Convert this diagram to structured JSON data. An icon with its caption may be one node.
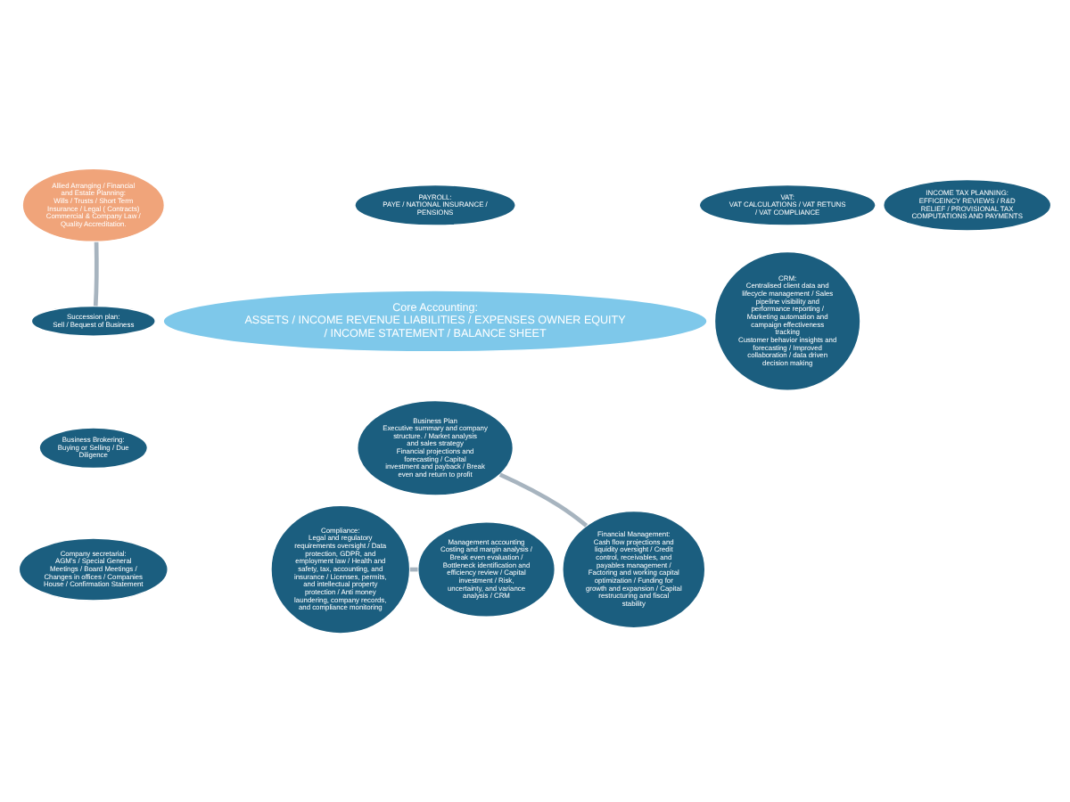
{
  "diagram": {
    "nodes": [
      {
        "text": [
          "Allied Arranging / Financial and Estate Planning:",
          "Wills / Trusts / Short Term Insurance / Legal ( Contracts) Commercial & Company Law / Quality Accreditation."
        ]
      },
      {
        "text": [
          "PAYROLL:",
          "PAYE / NATIONAL INSURANCE / PENSIONS"
        ]
      },
      {
        "text": [
          "VAT:",
          "VAT CALCULATIONS / VAT RETUNS / VAT COMPLIANCE"
        ]
      },
      {
        "text": [
          "INCOME TAX PLANNING:",
          "EFFICEINCY REVIEWS / R&D RELIEF / PROVISIONAL TAX COMPUTATIONS AND PAYMENTS"
        ]
      },
      {
        "text": [
          "CRM:",
          "Centralised client data and lifecycle management / Sales pipeline visibility and performance reporting / Marketing automation and campaign effectiveness tracking",
          "Customer behavior insights and forecasting / Improved collaboration / data driven decision making"
        ]
      },
      {
        "text": [
          "Succession plan:",
          "Sell / Bequest of Business"
        ]
      },
      {
        "text": [
          "Core Accounting:",
          "ASSETS / INCOME REVENUE LIABILITIES / EXPENSES OWNER EQUITY / INCOME STATEMENT / BALANCE SHEET"
        ]
      },
      {
        "text": [
          "Business Plan",
          "Executive summary and company structure. / Market analysis and sales strategy",
          "Financial projections and forecasting / Capital investment and payback / Break even and return to profit"
        ]
      },
      {
        "text": [
          "Business Brokering:",
          "Buying or Selling / Due Diligence"
        ]
      },
      {
        "text": [
          "Company secretarial:",
          "AGM's / Special General Meetings / Board Meetings / Changes in offices / Companies House / Confirmation Statement"
        ]
      },
      {
        "text": [
          "Compliance:",
          "Legal and regulatory requirements oversight / Data protection, GDPR, and employment law / Health and safety, tax, accounting, and insurance / Licenses, permits, and intellectual property protection / Anti money laundering, company records, and compliance monitoring"
        ]
      },
      {
        "text": [
          "Management accounting",
          "Costing and margin analysis / Break even evaluation / Bottleneck identification and efficiency review / Capital investment / Risk, uncertainty, and variance analysis / CRM"
        ]
      },
      {
        "text": [
          "Financial Management:",
          "Cash flow projections and liquidity oversight / Credit control, receivables, and payables management / Factoring and working capital optimization / Funding for growth and expansion / Capital restructuring and fiscal stability"
        ]
      }
    ],
    "edges": [
      {
        "from": 0,
        "to": 5,
        "arrow": "none"
      },
      {
        "from": 7,
        "to": 12,
        "arrow": "none"
      },
      {
        "from": 10,
        "to": 11,
        "arrow": "none"
      }
    ]
  }
}
